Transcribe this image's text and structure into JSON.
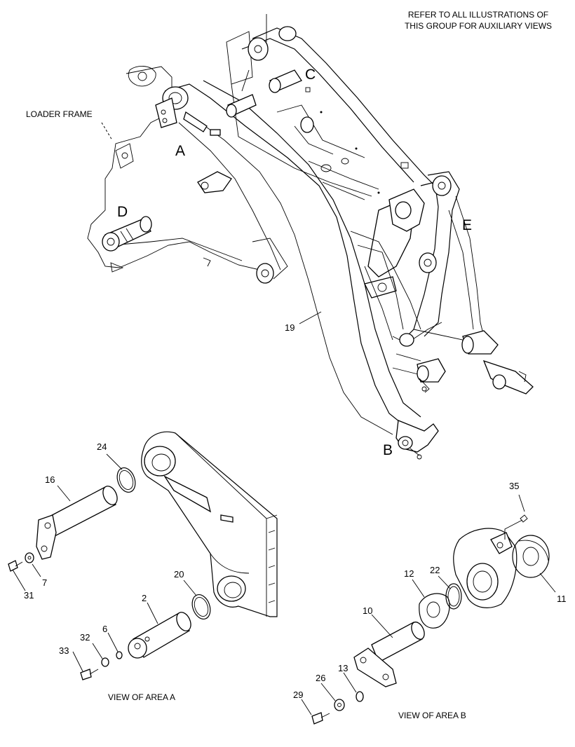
{
  "header_note": [
    "REFER TO ALL ILLUSTRATIONS OF",
    "THIS GROUP FOR AUXILIARY VIEWS"
  ],
  "labels": {
    "loader_frame": "LOADER FRAME",
    "view_a": "VIEW OF AREA A",
    "view_b": "VIEW OF AREA B"
  },
  "area_letters": {
    "a": "A",
    "b": "B",
    "c": "C",
    "d": "D",
    "e": "E"
  },
  "callouts": {
    "n19": "19",
    "n24": "24",
    "n16": "16",
    "n7": "7",
    "n31": "31",
    "n20": "20",
    "n2": "2",
    "n6": "6",
    "n32": "32",
    "n33": "33",
    "n35": "35",
    "n11": "11",
    "n22": "22",
    "n12": "12",
    "n10": "10",
    "n13": "13",
    "n26": "26",
    "n29": "29"
  }
}
